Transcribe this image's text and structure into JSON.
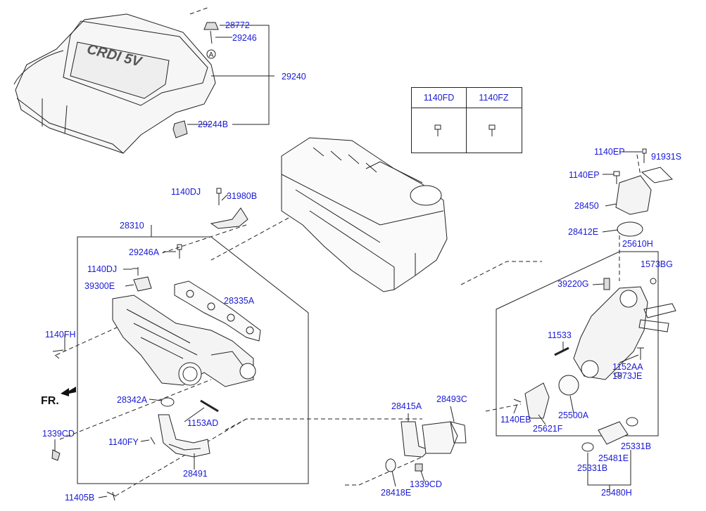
{
  "labels": {
    "l28772": "28772",
    "l29246": "29246",
    "l29240": "29240",
    "l29244B": "29244B",
    "l1140DJ_a": "1140DJ",
    "l31980B": "31980B",
    "l28310": "28310",
    "l29246A": "29246A",
    "l1140DJ_b": "1140DJ",
    "l39300E": "39300E",
    "l28335A": "28335A",
    "l1140FH": "1140FH",
    "l28342A": "28342A",
    "l1153AD": "1153AD",
    "l1339CD_a": "1339CD",
    "l1140FY": "1140FY",
    "l28491": "28491",
    "l11405B": "11405B",
    "l28415A": "28415A",
    "l28493C": "28493C",
    "l28418E": "28418E",
    "l1339CD_b": "1339CD",
    "l1140EP_a": "1140EP",
    "l91931S": "91931S",
    "l1140EP_b": "1140EP",
    "l28450": "28450",
    "l28412E": "28412E",
    "l25610H": "25610H",
    "l1573BG": "1573BG",
    "l39220G": "39220G",
    "l11533": "11533",
    "l1152AA": "1152AA",
    "l1573JE": "1573JE",
    "l1140EB": "1140EB",
    "l25621F": "25621F",
    "l25500A": "25500A",
    "l25331B_a": "25331B",
    "l25481E": "25481E",
    "l25331B_b": "25331B",
    "l25480H": "25480H"
  },
  "table": {
    "col1": "1140FD",
    "col2": "1140FZ"
  },
  "marker_a": "A",
  "cover_text": "CRDI 5V",
  "direction": "FR.",
  "colors": {
    "label": "#1a1ad6",
    "line": "#222222"
  }
}
